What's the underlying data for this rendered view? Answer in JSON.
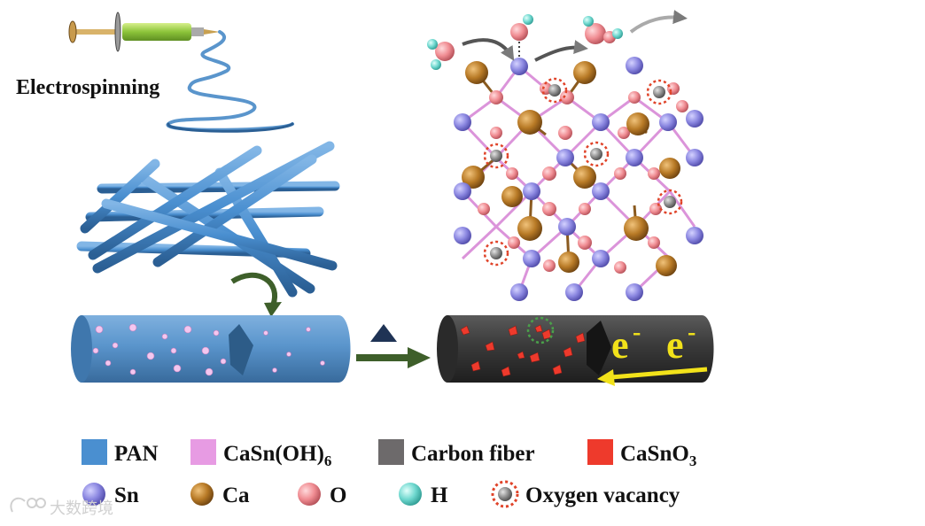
{
  "diagram": {
    "process_label": "Electrospinning",
    "electron_label": "e",
    "electron_charge": "-",
    "watermark": "大数跨境"
  },
  "legend": {
    "materials": [
      {
        "label": "PAN",
        "color": "#4a8fd0"
      },
      {
        "label": "CaSn(OH)",
        "sub": "6",
        "color": "#e79be3"
      },
      {
        "label": "Carbon fiber",
        "color": "#6d6a6b"
      },
      {
        "label": "CaSnO",
        "sub": "3",
        "color": "#ee3a2c"
      }
    ],
    "atoms": [
      {
        "label": "Sn",
        "color": "#8a86e0"
      },
      {
        "label": "Ca",
        "color": "#b87a26"
      },
      {
        "label": "O",
        "color": "#f08c92"
      },
      {
        "label": "H",
        "color": "#6fd8cf"
      },
      {
        "label": "Oxygen vacancy",
        "color": "#8d8d8d",
        "ring": "#e0442a"
      }
    ]
  }
}
